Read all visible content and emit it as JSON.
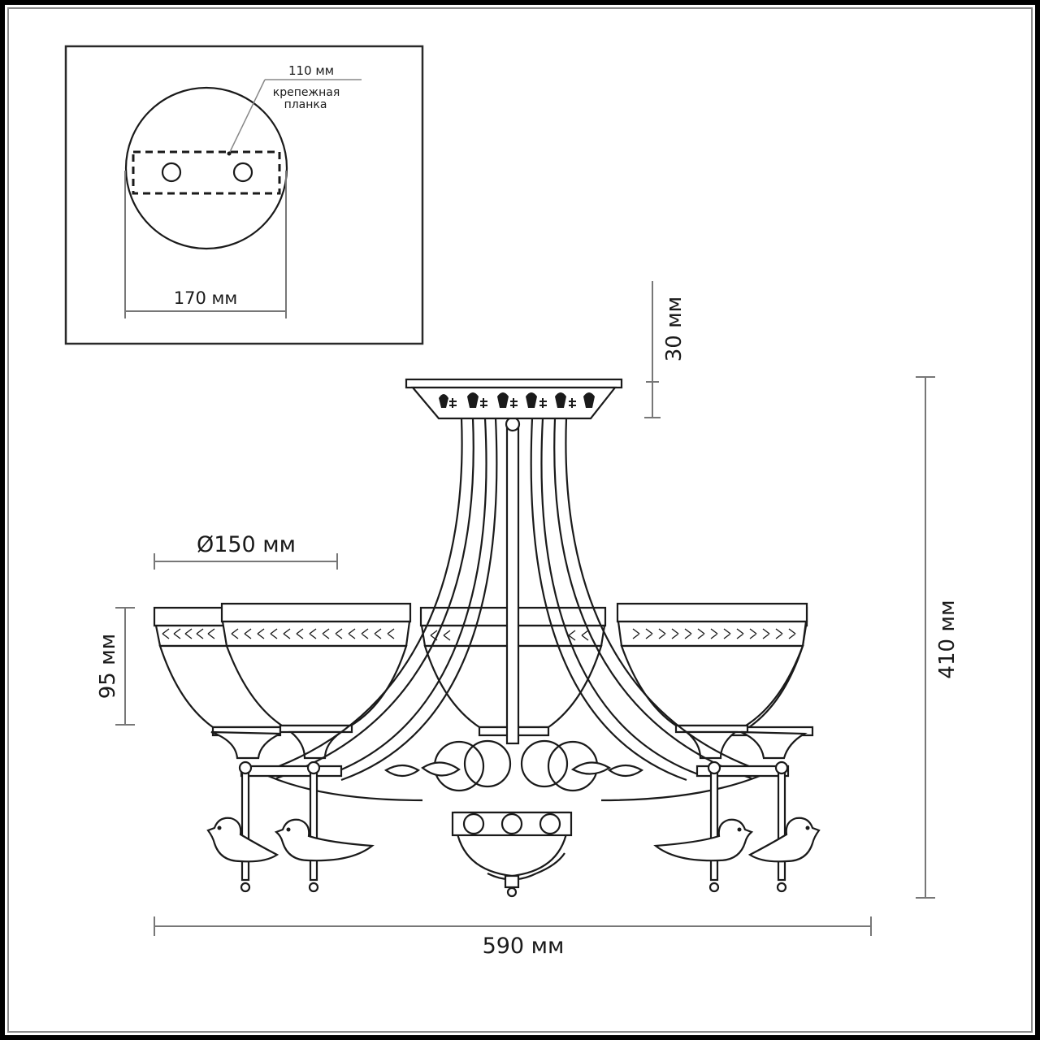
{
  "diagram": {
    "type": "product-dimension-drawing",
    "subject": "five-arm ceiling chandelier with glass bowl shades and bird ornaments",
    "colors": {
      "line": "#1a1a1a",
      "dimension_line": "#777777",
      "frame": "#000000",
      "background": "#ffffff"
    }
  },
  "mounting_inset": {
    "plate_diameter_label": "170 мм",
    "bracket_length_label": "110 мм",
    "bracket_name_line1": "крепежная",
    "bracket_name_line2": "планка"
  },
  "dimensions": {
    "canopy_height": "30 мм",
    "total_height": "410 мм",
    "shade_diameter": "Ø150 мм",
    "shade_height": "95 мм",
    "total_width": "590 мм"
  },
  "components": {
    "shades_count": 5,
    "bird_ornaments_count": 4
  }
}
